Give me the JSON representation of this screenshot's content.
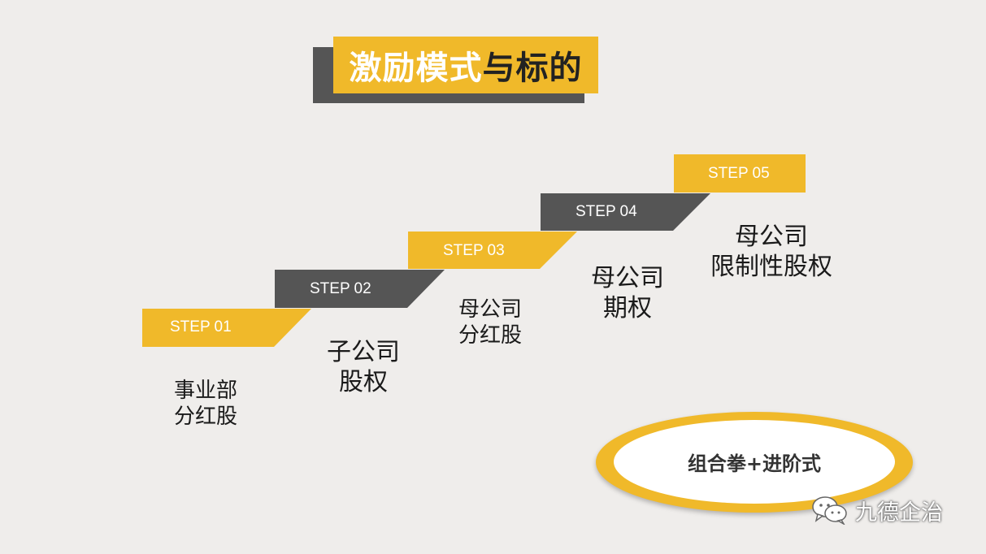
{
  "title": {
    "part1": "激励模式",
    "part2": "与标的"
  },
  "steps": [
    {
      "label": "STEP 01",
      "desc_line1": "事业部",
      "desc_line2": "分红股",
      "color": "#f0b92a"
    },
    {
      "label": "STEP 02",
      "desc_line1": "子公司",
      "desc_line2": "股权",
      "color": "#555555"
    },
    {
      "label": "STEP 03",
      "desc_line1": "母公司",
      "desc_line2": "分红股",
      "color": "#f0b92a"
    },
    {
      "label": "STEP 04",
      "desc_line1": "母公司",
      "desc_line2": "期权",
      "color": "#555555"
    },
    {
      "label": "STEP 05",
      "desc_line1": "母公司",
      "desc_line2": "限制性股权",
      "color": "#f0b92a"
    }
  ],
  "summary": "组合拳+进阶式",
  "brand": {
    "name": "九德企治",
    "icon": "wechat-icon"
  },
  "colors": {
    "accent": "#f0b92a",
    "dark": "#555555",
    "background": "#efedeb"
  }
}
